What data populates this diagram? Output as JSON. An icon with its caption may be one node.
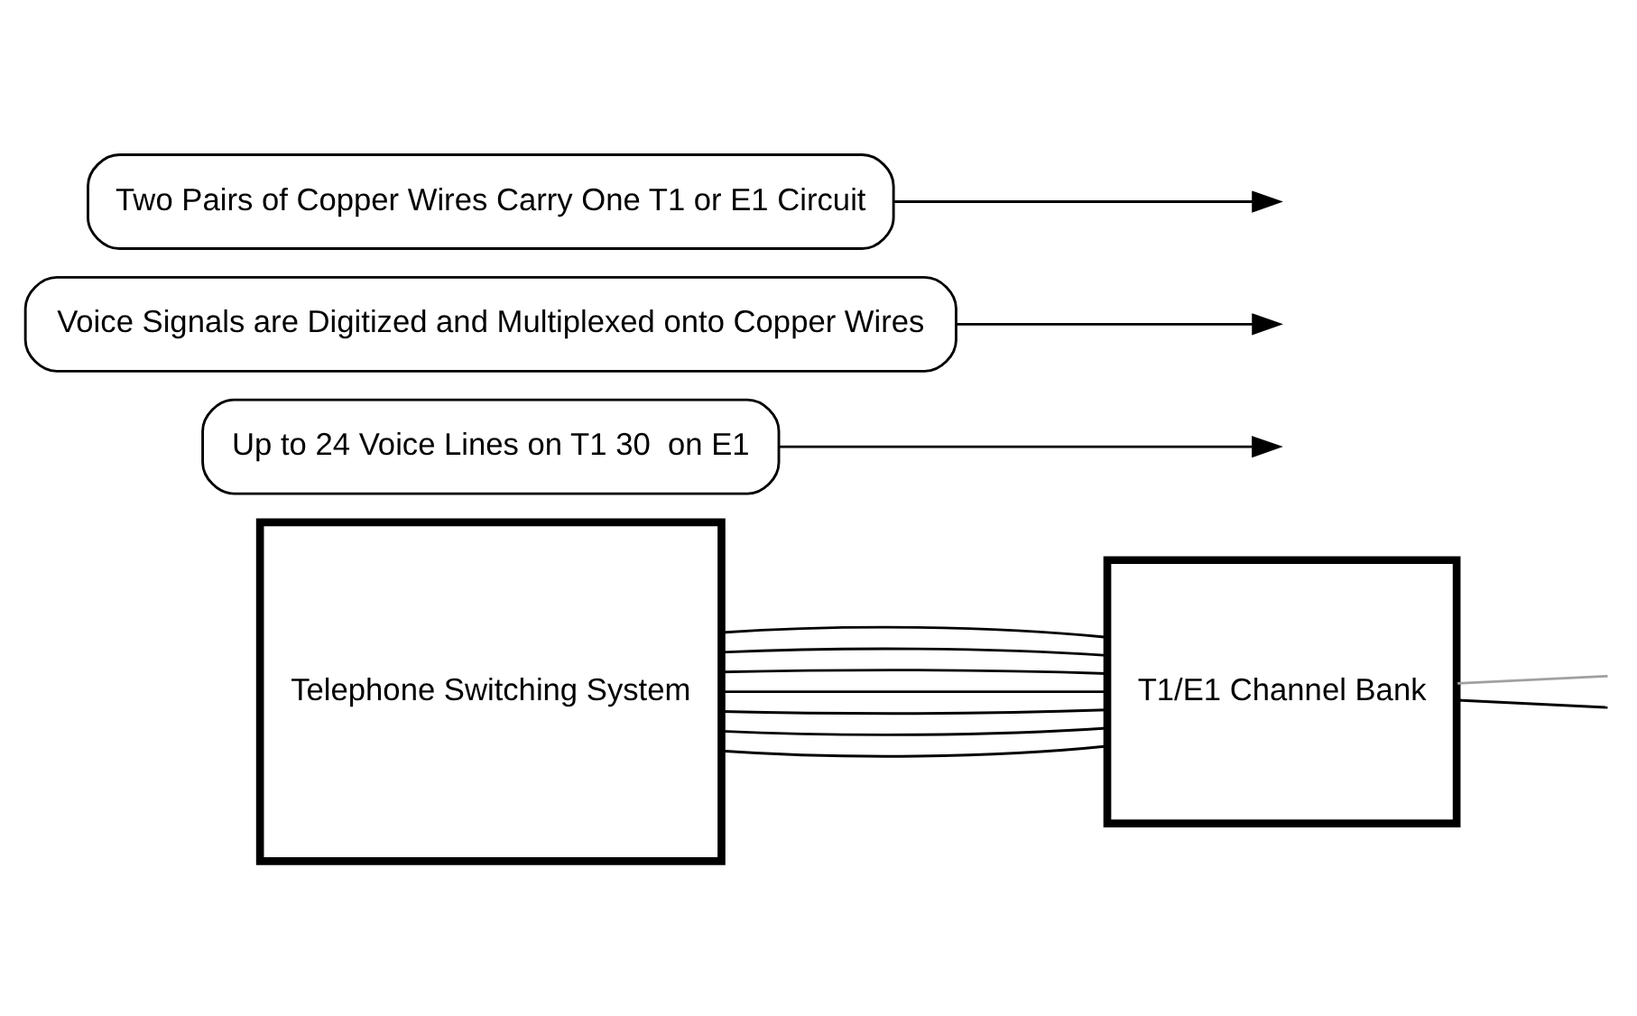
{
  "diagram": {
    "nodes": [
      {
        "text": [
          "Telephone Switching System"
        ]
      },
      {
        "text": [
          "Up to 24 Voice Lines on T1 30  on E1"
        ]
      },
      {
        "text": [
          "T1/E1 Channel Bank"
        ]
      },
      {
        "text": [
          "Voice Signals are Digitized and Multiplexed onto Copper Wires"
        ]
      },
      {
        "text": [
          "Two Pairs of Copper Wires Carry One T1 or E1 Circuit"
        ]
      }
    ],
    "edges": [
      {
        "from": 0,
        "to": 2,
        "arrow": "none"
      },
      {
        "from": 0,
        "to": 2,
        "arrow": "none"
      },
      {
        "from": 0,
        "to": 2,
        "arrow": "none"
      },
      {
        "from": 0,
        "to": 2,
        "arrow": "none"
      },
      {
        "from": 0,
        "to": 2,
        "arrow": "none"
      },
      {
        "from": 0,
        "to": 2,
        "arrow": "none"
      },
      {
        "from": 0,
        "to": 2,
        "arrow": "none"
      },
      {
        "from": 2,
        "to": null,
        "arrow": "none",
        "color": "#a0a0a0"
      },
      {
        "from": 2,
        "to": null,
        "arrow": "none"
      },
      {
        "from": 1,
        "to": null,
        "arrow": "to"
      },
      {
        "from": 3,
        "to": null,
        "arrow": "to"
      },
      {
        "from": 4,
        "to": null,
        "arrow": "to"
      }
    ]
  }
}
